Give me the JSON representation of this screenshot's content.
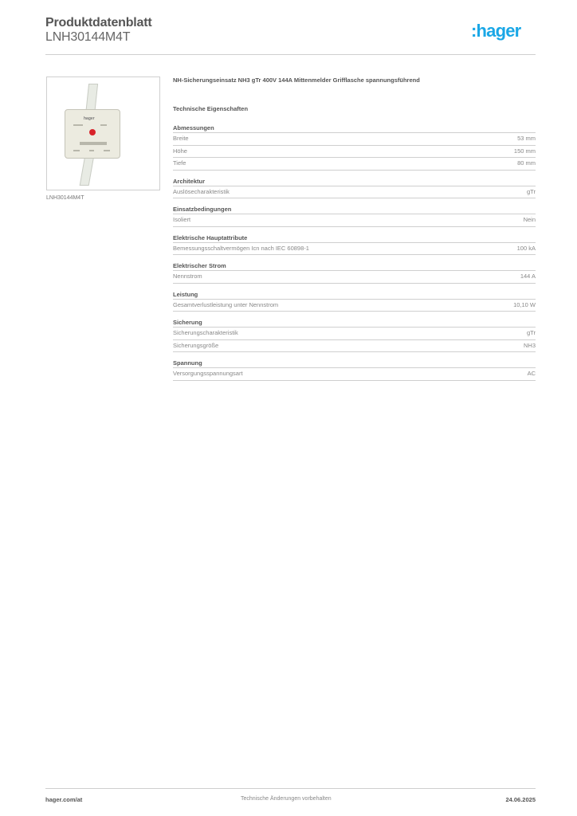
{
  "header": {
    "title": "Produktdatenblatt",
    "subtitle": "LNH30144M4T",
    "logo_colon": ":",
    "logo_text": "hager",
    "logo_color": "#1aa7e6"
  },
  "product": {
    "image_caption": "LNH30144M4T",
    "image_brand": "hager",
    "title": "NH-Sicherungseinsatz NH3 gTr 400V 144A Mittenmelder Grifflasche spannungsführend"
  },
  "specs": {
    "section_title": "Technische Eigenschaften",
    "groups": [
      {
        "title": "Abmessungen",
        "rows": [
          {
            "label": "Breite",
            "value": "53 mm"
          },
          {
            "label": "Höhe",
            "value": "150 mm"
          },
          {
            "label": "Tiefe",
            "value": "80 mm"
          }
        ]
      },
      {
        "title": "Architektur",
        "rows": [
          {
            "label": "Auslösecharakteristik",
            "value": "gTr"
          }
        ]
      },
      {
        "title": "Einsatzbedingungen",
        "rows": [
          {
            "label": "Isoliert",
            "value": "Nein"
          }
        ]
      },
      {
        "title": "Elektrische Hauptattribute",
        "rows": [
          {
            "label": "Bemessungsschaltvermögen Icn nach IEC 60898-1",
            "value": "100 kA"
          }
        ]
      },
      {
        "title": "Elektrischer Strom",
        "rows": [
          {
            "label": "Nennstrom",
            "value": "144 A"
          }
        ]
      },
      {
        "title": "Leistung",
        "rows": [
          {
            "label": "Gesamtverlustleistung unter Nennstrom",
            "value": "10,10 W"
          }
        ]
      },
      {
        "title": "Sicherung",
        "rows": [
          {
            "label": "Sicherungscharakteristik",
            "value": "gTr"
          },
          {
            "label": "Sicherungsgröße",
            "value": "NH3"
          }
        ]
      },
      {
        "title": "Spannung",
        "rows": [
          {
            "label": "Versorgungsspannungsart",
            "value": "AC"
          }
        ]
      }
    ]
  },
  "footer": {
    "website": "hager.com/at",
    "notice": "Technische Änderungen vorbehalten",
    "date": "24.06.2025"
  }
}
